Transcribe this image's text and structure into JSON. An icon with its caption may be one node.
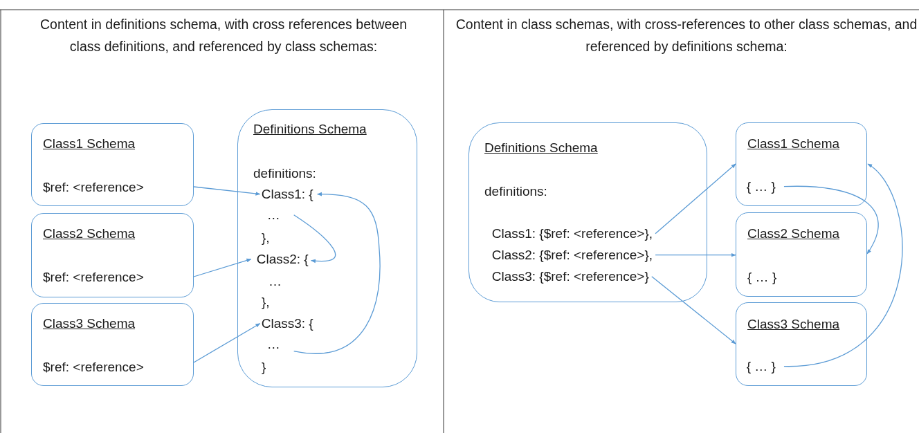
{
  "diagram": {
    "nodes": [
      {
        "text": [
          "Class1 Schema",
          "$ref: <reference>"
        ]
      },
      {
        "text": [
          "Class2 Schema",
          "$ref: <reference>"
        ]
      },
      {
        "text": [
          "Class3 Schema",
          "$ref: <reference>"
        ]
      },
      {
        "text": [
          "Definitions Schema",
          "definitions:",
          "},",
          "…",
          "},",
          "}"
        ]
      },
      {
        "text": [
          "Class1: {"
        ],
        "in": 3
      },
      {
        "text": [
          "…"
        ],
        "in": 3
      },
      {
        "text": [
          "Class2: {"
        ],
        "in": 3
      },
      {
        "text": [
          "Class3: {"
        ],
        "in": 3
      },
      {
        "text": [
          "…"
        ],
        "in": 3
      },
      {
        "text": [
          "Definitions Schema",
          "definitions:"
        ]
      },
      {
        "text": [
          "Class1: {$ref: <reference>},"
        ],
        "in": 9
      },
      {
        "text": [
          "Class2: {$ref: <reference>},"
        ],
        "in": 9
      },
      {
        "text": [
          "Class3: {$ref: <reference>}"
        ],
        "in": 9
      },
      {
        "text": [
          "Class1 Schema"
        ]
      },
      {
        "text": [
          "{ … }"
        ],
        "in": 13
      },
      {
        "text": [
          "Class2 Schema",
          "{ … }"
        ]
      },
      {
        "text": [
          "Class3 Schema"
        ]
      },
      {
        "text": [
          "{ … }"
        ],
        "in": 16
      }
    ],
    "edges": [
      {
        "from": 0,
        "to": 4,
        "arrow": "to"
      },
      {
        "from": 1,
        "to": 6,
        "arrow": "to"
      },
      {
        "from": 2,
        "to": 7,
        "arrow": "to"
      },
      {
        "from": 5,
        "to": 6,
        "arrow": "to"
      },
      {
        "from": 8,
        "to": 4,
        "arrow": "to"
      },
      {
        "from": 10,
        "to": 13,
        "arrow": "to"
      },
      {
        "from": 11,
        "to": 15,
        "arrow": "to"
      },
      {
        "from": 12,
        "to": 16,
        "arrow": "to"
      },
      {
        "from": 14,
        "to": 15,
        "arrow": "to"
      },
      {
        "from": 17,
        "to": 13,
        "arrow": "to"
      }
    ],
    "labels": [
      "Content in definitions schema, with cross references between class definitions, and referenced by class schemas:",
      "Content in class schemas, with cross-references to other class schemas, and referenced by definitions schema:"
    ]
  }
}
